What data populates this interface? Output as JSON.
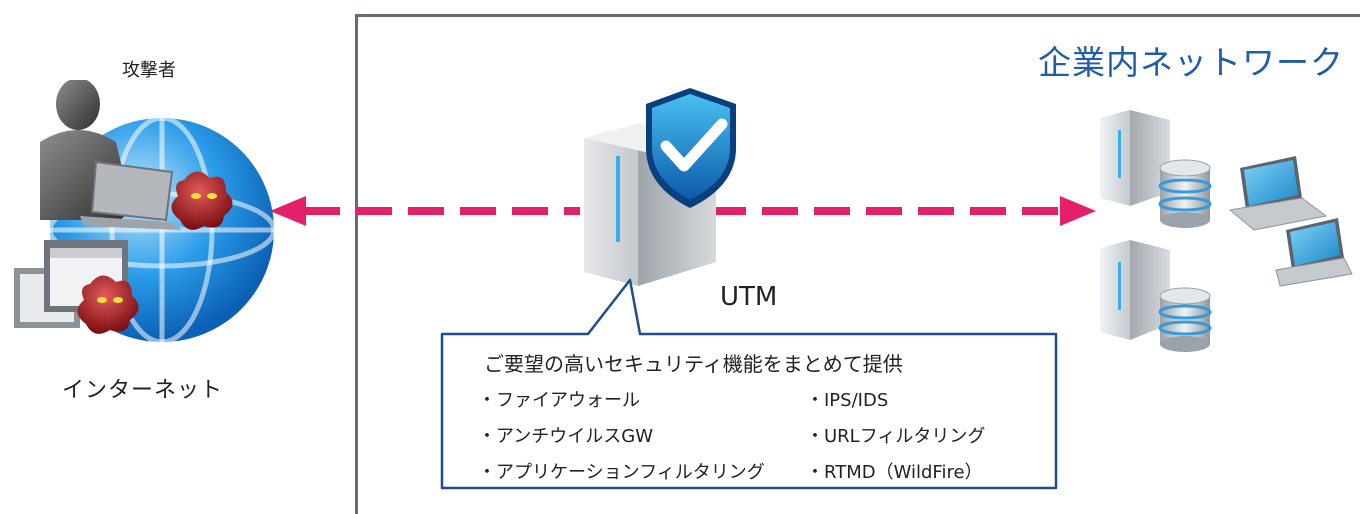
{
  "diagram": {
    "network_title": "企業内ネットワーク",
    "attacker_label": "攻撃者",
    "internet_label": "インターネット",
    "utm_label": "UTM",
    "callout": {
      "title": "ご要望の高いセキュリティ機能をまとめて提供",
      "features_left": [
        "・ファイアウォール",
        "・アンチウイルスGW",
        "・アプリケーションフィルタリング"
      ],
      "features_right": [
        "・IPS/IDS",
        "・URLフィルタリング",
        "・RTMD（WildFire）"
      ]
    },
    "colors": {
      "accent_blue": "#1f5da8",
      "arrow_pink": "#e5206a",
      "frame_gray": "#666c72",
      "callout_border": "#1f4e8c"
    },
    "icons": [
      "globe-icon",
      "attacker-silhouette-icon",
      "malware-icon",
      "computer-monitor-icon",
      "server-tower-icon",
      "shield-check-icon",
      "database-icon",
      "laptop-icon"
    ]
  }
}
